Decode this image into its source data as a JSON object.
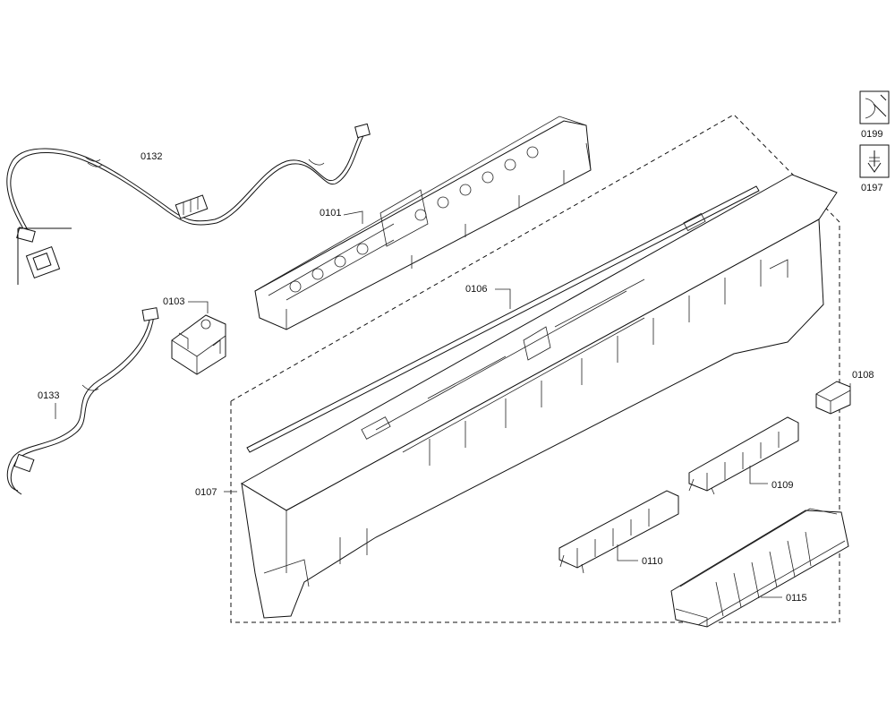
{
  "parts": [
    {
      "id": "0132",
      "label": "0132"
    },
    {
      "id": "0101",
      "label": "0101"
    },
    {
      "id": "0103",
      "label": "0103"
    },
    {
      "id": "0106",
      "label": "0106"
    },
    {
      "id": "0133",
      "label": "0133"
    },
    {
      "id": "0107",
      "label": "0107"
    },
    {
      "id": "0108",
      "label": "0108"
    },
    {
      "id": "0109",
      "label": "0109"
    },
    {
      "id": "0110",
      "label": "0110"
    },
    {
      "id": "0115",
      "label": "0115"
    }
  ],
  "legend": [
    {
      "id": "0199",
      "label": "0199",
      "icon": "wrench-icon"
    },
    {
      "id": "0197",
      "label": "0197",
      "icon": "screw-icon"
    }
  ]
}
